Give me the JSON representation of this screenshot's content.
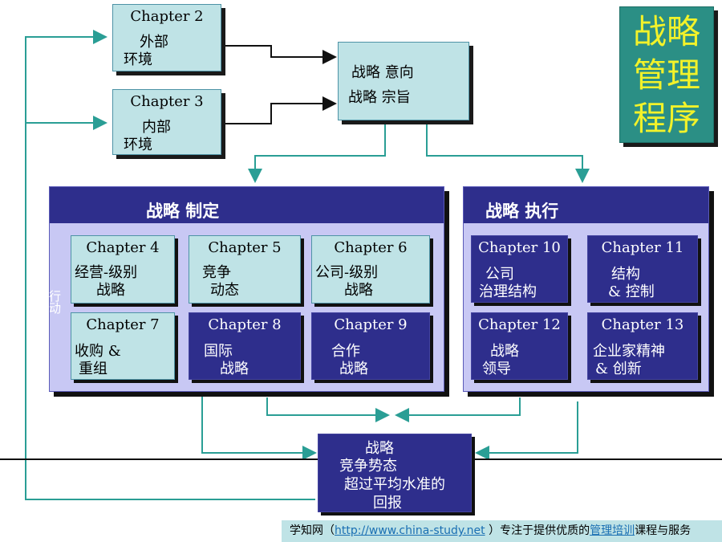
{
  "title_box": {
    "line1": "战略",
    "line2": "管理",
    "line3": "程序"
  },
  "top_boxes": [
    {
      "chapter": "Chapter 2",
      "line1": "外部",
      "line2": "环境"
    },
    {
      "chapter": "Chapter 3",
      "line1": "内部",
      "line2": "环境"
    }
  ],
  "intent_box": {
    "line1": "战略 意向",
    "line2": "战略 宗旨"
  },
  "formulation": {
    "title": "战略 制定",
    "vertical_label": "行动",
    "chapters": [
      {
        "chapter": "Chapter 4",
        "line1": "经营-级别",
        "line2": "战略"
      },
      {
        "chapter": "Chapter 5",
        "line1": "竞争",
        "line2": "动态"
      },
      {
        "chapter": "Chapter 6",
        "line1": "公司-级别",
        "line2": "战略"
      },
      {
        "chapter": "Chapter 7",
        "line1": "收购 &",
        "line2": "重组"
      },
      {
        "chapter": "Chapter 8",
        "line1": "国际",
        "line2": "战略"
      },
      {
        "chapter": "Chapter 9",
        "line1": "合作",
        "line2": "战略"
      }
    ]
  },
  "implementation": {
    "title": "战略 执行",
    "chapters": [
      {
        "chapter": "Chapter 10",
        "line1": "公司",
        "line2": "治理结构"
      },
      {
        "chapter": "Chapter 11",
        "line1": "结构",
        "line2": "& 控制"
      },
      {
        "chapter": "Chapter 12",
        "line1": "战略",
        "line2": "领导"
      },
      {
        "chapter": "Chapter 13",
        "line1": "企业家精神",
        "line2": "& 创新"
      }
    ]
  },
  "outcome_box": {
    "line1": "战略",
    "line2": "竞争势态",
    "line3": "超过平均水准的",
    "line4": "回报"
  },
  "footer": {
    "prefix": "学知网（",
    "link_text": "http://www.china-study.net",
    "middle": " ）专注于提供优质的",
    "link2_text": "管理培训",
    "suffix": "课程与服务"
  },
  "colors": {
    "navy": "#2e2e8c",
    "light_cyan": "#bfe3e6",
    "teal": "#2b8f85",
    "title_yellow": "#f2f22a",
    "connector": "#2a9e95"
  }
}
